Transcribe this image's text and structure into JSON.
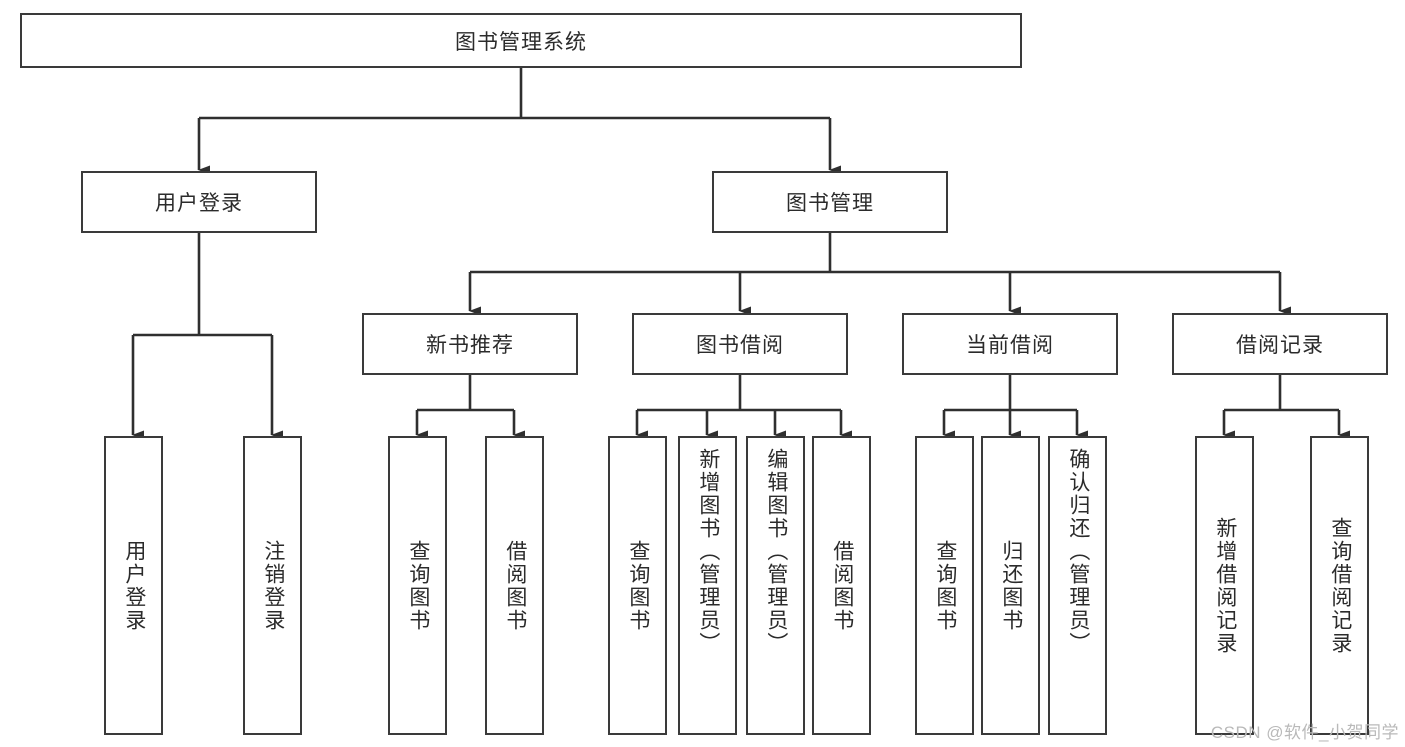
{
  "diagram": {
    "type": "tree",
    "title": "图书管理系统",
    "root": {
      "label": "图书管理系统"
    },
    "level1": [
      {
        "label": "用户登录"
      },
      {
        "label": "图书管理"
      }
    ],
    "level2": [
      {
        "label": "新书推荐"
      },
      {
        "label": "图书借阅"
      },
      {
        "label": "当前借阅"
      },
      {
        "label": "借阅记录"
      }
    ],
    "leaves": {
      "user_login": [
        {
          "label": "用户登录"
        },
        {
          "label": "注销登录"
        }
      ],
      "new_book": [
        {
          "label": "查询图书"
        },
        {
          "label": "借阅图书"
        }
      ],
      "book_borrow": [
        {
          "label": "查询图书"
        },
        {
          "label": "新增图书（管理员）"
        },
        {
          "label": "编辑图书（管理员）"
        },
        {
          "label": "借阅图书"
        }
      ],
      "current_borrow": [
        {
          "label": "查询图书"
        },
        {
          "label": "归还图书"
        },
        {
          "label": "确认归还（管理员）"
        }
      ],
      "borrow_record": [
        {
          "label": "新增借阅记录"
        },
        {
          "label": "查询借阅记录"
        }
      ]
    }
  },
  "watermark": {
    "text": "CSDN @软件_小贺同学"
  },
  "colors": {
    "box_border": "#3a3a3a",
    "box_fill": "#ffffff",
    "line": "#2f2f2f",
    "text": "#2b2b2b",
    "watermark": "#b9b9b9"
  }
}
